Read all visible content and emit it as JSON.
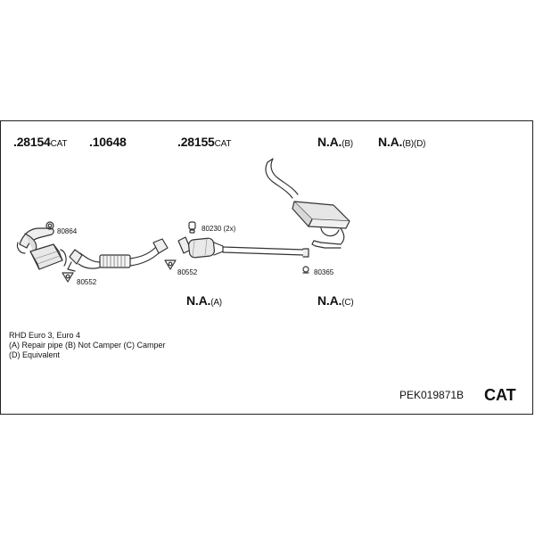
{
  "labels_top": [
    {
      "prefix": ".",
      "number": "28154",
      "suffix": "CAT"
    },
    {
      "prefix": ".",
      "number": "10648",
      "suffix": ""
    },
    {
      "prefix": ".",
      "number": "28155",
      "suffix": "CAT"
    },
    {
      "prefix": "",
      "number": "N.A.",
      "suffix": "(B)"
    },
    {
      "prefix": "",
      "number": "N.A.",
      "suffix": "(B)(D)"
    }
  ],
  "labels_bottom": [
    {
      "number": "N.A.",
      "suffix": "(A)"
    },
    {
      "number": "N.A.",
      "suffix": "(C)"
    }
  ],
  "small_parts": {
    "p80864": "80864",
    "p80552_left": "80552",
    "p80230": "80230 (2x)",
    "p80552_mid": "80552",
    "p80365": "80365"
  },
  "notes": {
    "line1": "RHD   Euro 3, Euro 4",
    "line2": "(A) Repair pipe (B) Not Camper (C) Camper",
    "line3": "(D) Equivalent"
  },
  "footer": {
    "code": "PEK019871B",
    "badge": "CAT"
  }
}
